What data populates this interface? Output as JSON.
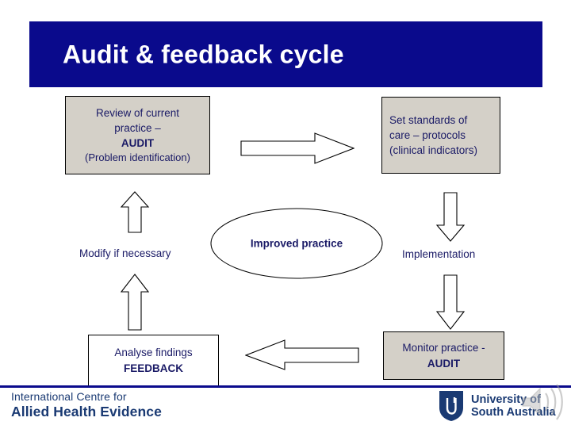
{
  "slide": {
    "title": "Audit & feedback cycle",
    "title_bg_color": "#0a0a8c",
    "title_text_color": "#ffffff",
    "text_color": "#1a1a66",
    "box_fill_color": "#d4d0c8"
  },
  "nodes": {
    "review": {
      "line1": "Review of current",
      "line2": "practice –",
      "line3": "AUDIT",
      "line4": "(Problem identification)"
    },
    "standards": {
      "line1": "Set standards of",
      "line2": "care – protocols",
      "line3": "(clinical indicators)"
    },
    "implementation": {
      "label": "Implementation"
    },
    "monitor": {
      "line1": "Monitor practice -",
      "line2": "AUDIT"
    },
    "feedback": {
      "line1": "Analyse findings",
      "line2": "FEEDBACK"
    },
    "modify": {
      "label": "Modify if necessary"
    },
    "improved": {
      "label": "Improved practice"
    }
  },
  "arrows": {
    "top_right": "arrow-right",
    "right_down_1": "arrow-down",
    "right_down_2": "arrow-down",
    "bottom_left": "arrow-left",
    "left_up_1": "arrow-up",
    "left_up_2": "arrow-up"
  },
  "footer": {
    "centre_line1": "International Centre for",
    "centre_line2": "Allied Health Evidence",
    "university_line1": "University of",
    "university_line2": "South Australia",
    "logo_color": "#1a3a73",
    "rule_color": "#0a0a8c"
  }
}
